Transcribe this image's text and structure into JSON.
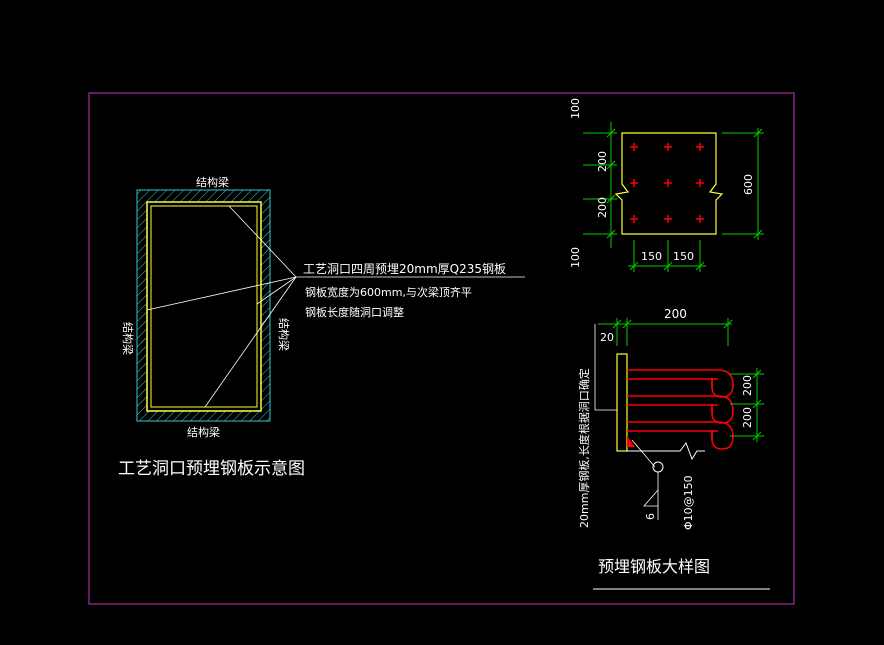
{
  "left_drawing": {
    "title": "工艺洞口预埋钢板示意图",
    "label_top": "结构梁",
    "label_bottom": "结构梁",
    "label_left": "结构梁",
    "label_right": "结构梁",
    "note_line1": "工艺洞口四周预埋20mm厚Q235钢板",
    "note_line2": "钢板宽度为600mm,与次梁顶齐平",
    "note_line3": "钢板长度随洞口调整"
  },
  "plate_elevation": {
    "dim_100_top": "100",
    "dim_200_a": "200",
    "dim_200_b": "200",
    "dim_100_bottom": "100",
    "dim_600": "600",
    "dim_150_left": "150",
    "dim_150_right": "150"
  },
  "plate_section": {
    "title": "预埋钢板大样图",
    "dim_200_top": "200",
    "dim_20": "20",
    "dim_200_a": "200",
    "dim_200_b": "200",
    "note_vertical": "20mm厚钢板,长度根据洞口确定",
    "weld_size": "6",
    "rebar_label": "Φ10@150"
  },
  "colors": {
    "frame": "#cc33cc",
    "cyan": "#33cccc",
    "yellow": "#ffff33",
    "green": "#00cc00",
    "red": "#ff0000",
    "white": "#ffffff"
  }
}
